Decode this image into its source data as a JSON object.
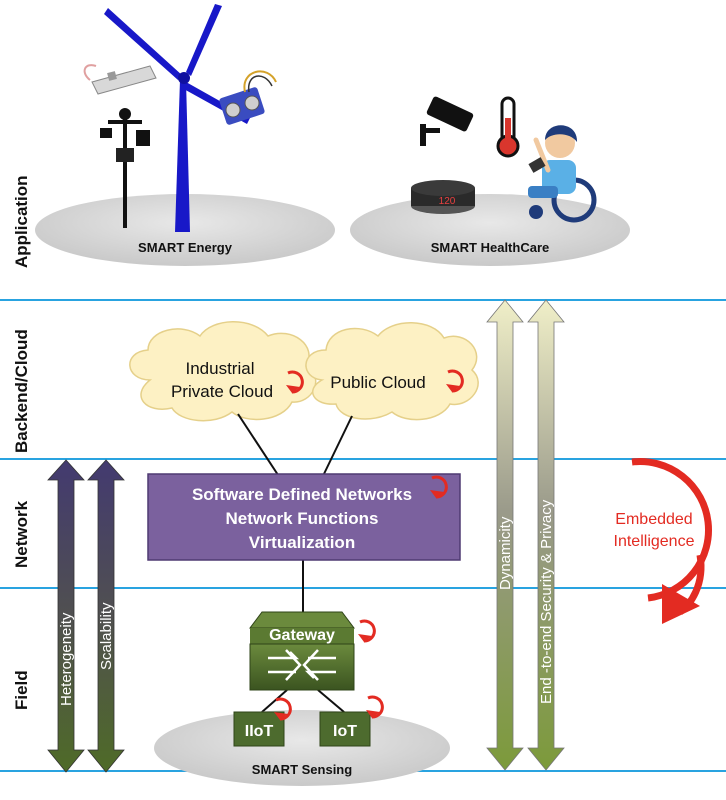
{
  "layers": {
    "application": "Application",
    "backend": "Backend/Cloud",
    "network": "Network",
    "field": "Field"
  },
  "application": {
    "energy_label": "SMART Energy",
    "healthcare_label": "SMART HealthCare",
    "monitor_reading": "120"
  },
  "cloud": {
    "industrial_line1": "Industrial",
    "industrial_line2": "Private Cloud",
    "public": "Public Cloud"
  },
  "network": {
    "line1": "Software Defined Networks",
    "line2": "Network Functions",
    "line3": "Virtualization"
  },
  "field": {
    "gateway": "Gateway",
    "iiot": "IIoT",
    "iot": "IoT",
    "sensing_label": "SMART Sensing"
  },
  "arrows": {
    "heterogeneity": "Heterogeneity",
    "scalability": "Scalability",
    "dynamicity": "Dynamicity",
    "security": "End -to-end Security & Privacy"
  },
  "embedded": {
    "line1": "Embedded",
    "line2": "Intelligence"
  },
  "colors": {
    "layer_line": "#29a3e0",
    "purple_box": "#7b619e",
    "gateway_green": "#4d6b2e",
    "cloud_fill": "#fdf1c4",
    "red_accent": "#e32b22",
    "wind_blue": "#1818c8"
  }
}
